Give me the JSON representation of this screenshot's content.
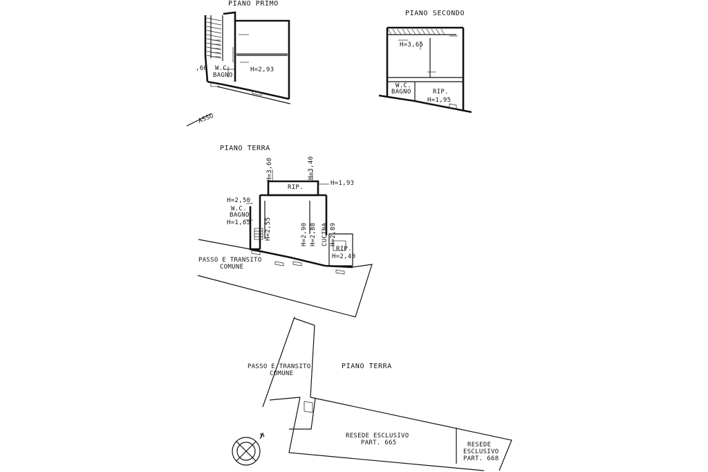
{
  "floors": {
    "piano_primo": {
      "title": "PIANO PRIMO",
      "bath_label_1": "W.C.",
      "bath_label_2": "BAGNO",
      "height_main": "H=2,93",
      "side_dim": ",60"
    },
    "piano_secondo": {
      "title": "PIANO SECONDO",
      "height_main": "H=3,65",
      "bath_label_1": "W.C.",
      "bath_label_2": "BAGNO",
      "rip_label": "RIP.",
      "rip_height": "H=1,95"
    },
    "piano_terra_building": {
      "title": "PIANO TERRA",
      "rip_label": "RIP.",
      "h_rip_left": "H=3,60",
      "h_rip_right": "H=3,40",
      "h_rip_side": "H=1,93",
      "h_bath_top": "H=2,50",
      "bath_label_1": "W.C.",
      "bath_label_2": "BAGNO",
      "h_bath_bottom": "H=1,65",
      "h_stair": "H=2,55",
      "h_kitchen_1": "H=2,90",
      "h_kitchen_2": "H=2,88",
      "h_kitchen_3": "H=2,89",
      "kitchen_label": "CUCINA",
      "rip2_label": "RIP.",
      "rip2_height": "H=2,40",
      "passage_1": "PASSO E TRANSITO",
      "passage_2": "COMUNE",
      "edge_fragment": "ASSO"
    },
    "piano_terra_site": {
      "title": "PIANO TERRA",
      "passage_1": "PASSO E TRANSITO",
      "passage_2": "COMUNE",
      "resede_1_line1": "RESEDE ESCLUSIVO",
      "resede_1_line2": "PART. 665",
      "resede_2_line1": "RESEDE",
      "resede_2_line2": "ESCLUSIVO",
      "resede_2_line3": "PART. 668",
      "north_label": "N"
    }
  },
  "icons": {
    "north_arrow": "compass-icon"
  }
}
